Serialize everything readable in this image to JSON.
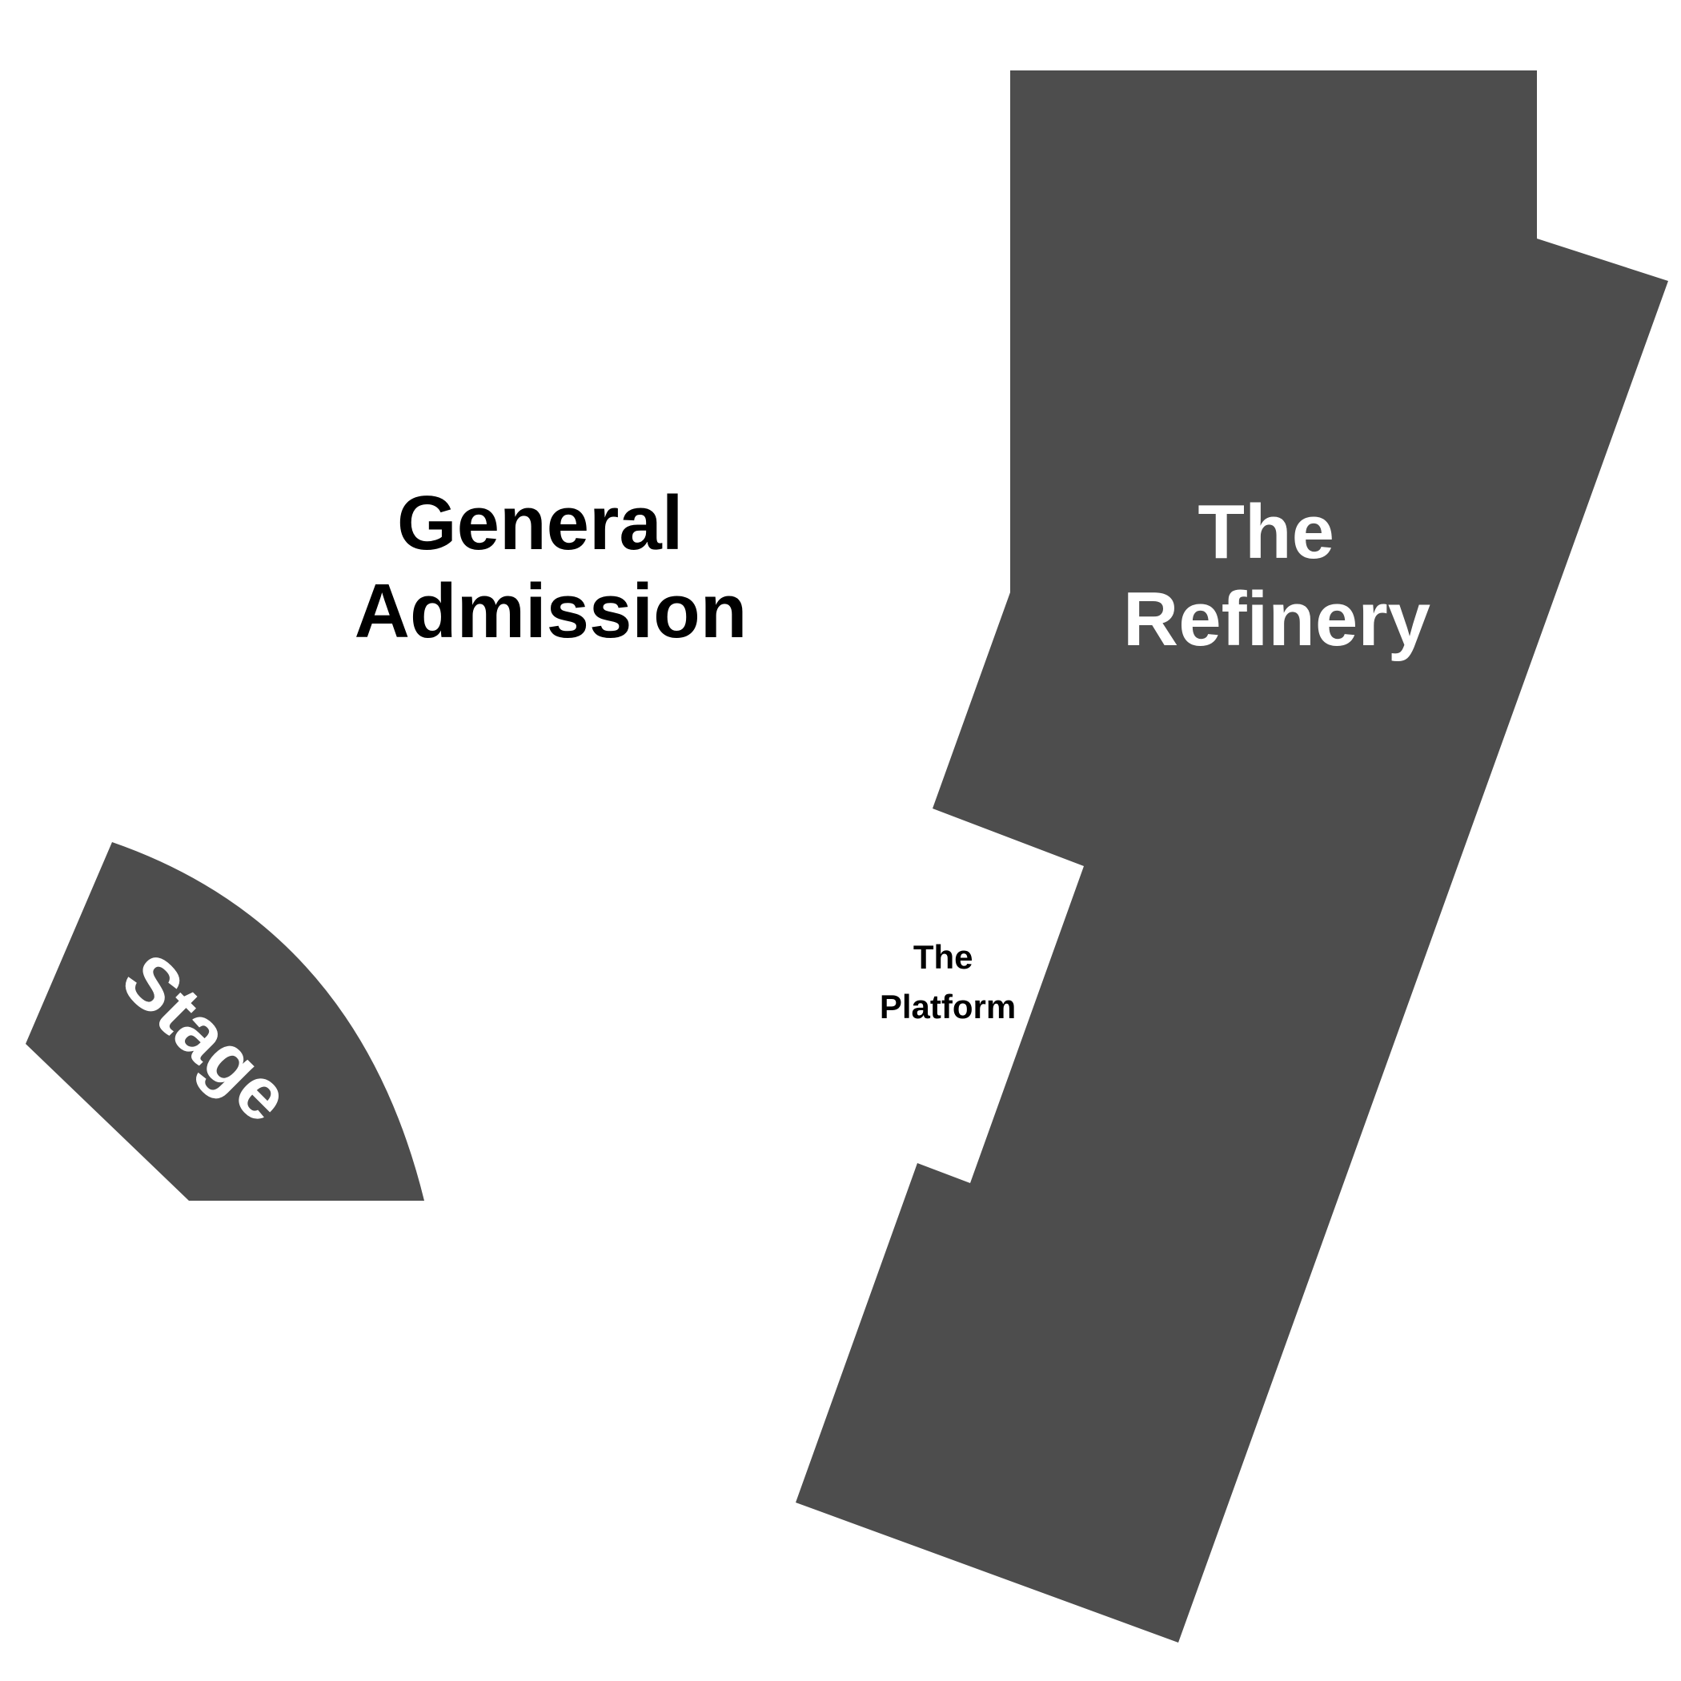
{
  "map": {
    "colors": {
      "background": "#ffffff",
      "section_fill": "#4d4d4d",
      "dark_text": "#000000",
      "light_text": "#ffffff"
    },
    "sections": {
      "stage": {
        "label": "Stage"
      },
      "general_admission": {
        "line1": "General",
        "line2": "Admission"
      },
      "refinery": {
        "line1": "The",
        "line2": "Refinery"
      },
      "platform": {
        "line1": "The",
        "line2": "Platform"
      }
    }
  }
}
